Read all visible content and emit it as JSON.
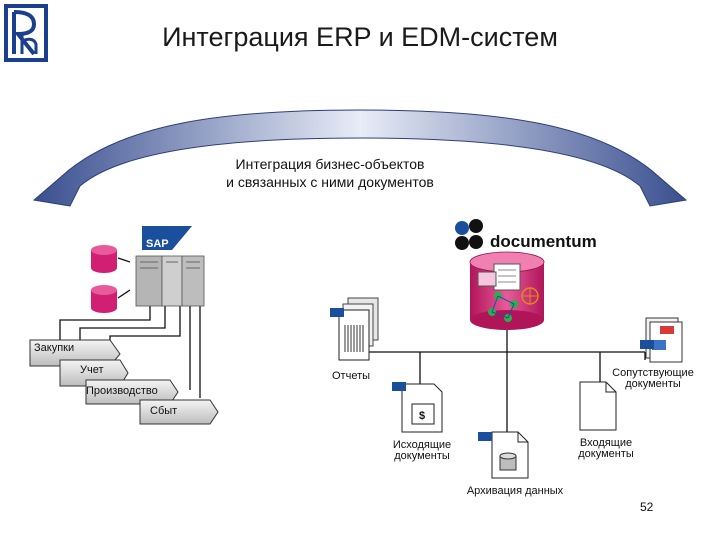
{
  "title": "Интеграция ERP и EDM-систем",
  "arc_text": [
    "Интеграция бизнес-объектов",
    "и связанных с ними документов"
  ],
  "brand_sap": "SAP",
  "brand_documentum": "documentum",
  "modules": [
    "Закупки",
    "Учет",
    "Производство",
    "Сбыт"
  ],
  "doc_nodes": {
    "reports": "Отчеты",
    "related": [
      "Сопутствующие",
      "документы"
    ],
    "outgoing": [
      "Исходящие",
      "документы"
    ],
    "incoming": [
      "Входящие",
      "документы"
    ],
    "archive": "Архивация данных"
  },
  "currency_symbol": "$",
  "page_number": "52",
  "colors": {
    "arrow_dark": "#3a4f8f",
    "arrow_light": "#cfd6ec",
    "db_pink": "#d11f73",
    "sap_blue": "#1a4f9e",
    "server_gray": "#a9a9a9"
  }
}
